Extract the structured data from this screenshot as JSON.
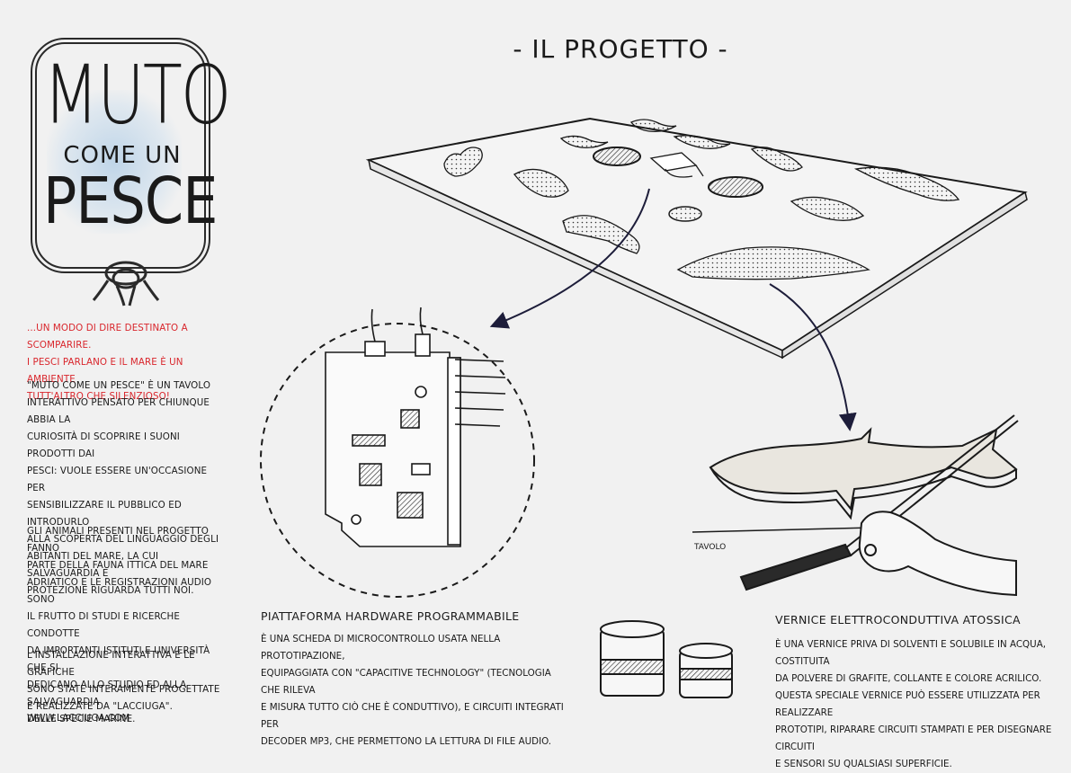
{
  "logo": {
    "line1": "MUTO",
    "line2": "COME UN",
    "line3": "PESCE"
  },
  "page_title": "- IL PROGETTO -",
  "sidebar": {
    "intro_lines": [
      "...UN MODO DI DIRE DESTINATO A SCOMPARIRE.",
      "I PESCI PARLANO E IL MARE È UN AMBIENTE",
      "TUTT'ALTRO CHE SILENZIOSO!"
    ],
    "paragraph1_lines": [
      "\"MUTO COME UN PESCE\" È UN TAVOLO",
      "INTERATTIVO PENSATO PER CHIUNQUE ABBIA LA",
      "CURIOSITÀ DI SCOPRIRE I SUONI PRODOTTI DAI",
      "PESCI: VUOLE ESSERE UN'OCCASIONE PER",
      "SENSIBILIZZARE IL PUBBLICO ED INTRODURLO",
      "ALLA SCOPERTA DEL LINGUAGGIO DEGLI",
      "ABITANTI DEL MARE, LA CUI SALVAGUARDIA E",
      "PROTEZIONE RIGUARDA TUTTI NOI."
    ],
    "paragraph2_lines": [
      "GLI ANIMALI PRESENTI NEL PROGETTO FANNO",
      "PARTE DELLA FAUNA ITTICA DEL MARE",
      "ADRIATICO E LE REGISTRAZIONI AUDIO SONO",
      "IL FRUTTO DI STUDI E RICERCHE CONDOTTE",
      "DA IMPORTANTI ISTITUTI E UNIVERSITÀ CHE SI",
      "DEDICANO ALLO STUDIO ED ALLA SALVAGUARDIA",
      "DELLE SPECIE MARINE."
    ],
    "paragraph3_lines": [
      "L'INSTALLAZIONE INTERATTIVA E LE GRAFICHE",
      "SONO STATE INTERAMENTE PROGETTATE",
      "E REALIZZATE DA \"LACCIUGA\"."
    ],
    "website": "WWW.LACCIUGA.COM"
  },
  "hardware": {
    "heading": "PIATTAFORMA HARDWARE PROGRAMMABILE",
    "body_lines": [
      "È UNA SCHEDA DI MICROCONTROLLO USATA NELLA PROTOTIPAZIONE,",
      "EQUIPAGGIATA CON \"CAPACITIVE TECHNOLOGY\" (TECNOLOGIA CHE RILEVA",
      "E MISURA TUTTO CIÒ CHE È CONDUTTIVO), E CIRCUITI INTEGRATI PER",
      "DECODER MP3, CHE PERMETTONO LA LETTURA DI FILE AUDIO."
    ]
  },
  "paint": {
    "heading": "VERNICE ELETTROCONDUTTIVA ATOSSICA",
    "body_lines": [
      "È UNA VERNICE PRIVA DI SOLVENTI E SOLUBILE IN ACQUA, COSTITUITA",
      "DA POLVERE DI GRAFITE, COLLANTE E COLORE ACRILICO.",
      "QUESTA SPECIALE VERNICE PUÒ ESSERE UTILIZZATA PER REALIZZARE",
      "PROTOTIPI, RIPARARE CIRCUITI STAMPATI E PER DISEGNARE CIRCUITI",
      "E SENSORI SU QUALSIASI SUPERFICIE."
    ]
  },
  "table_label": "TAVOLO",
  "colors": {
    "accent_red": "#d9262c",
    "ink": "#1a1a1a",
    "watercolor_blue": "#a8cbe8",
    "paper": "#f1f1f1"
  }
}
